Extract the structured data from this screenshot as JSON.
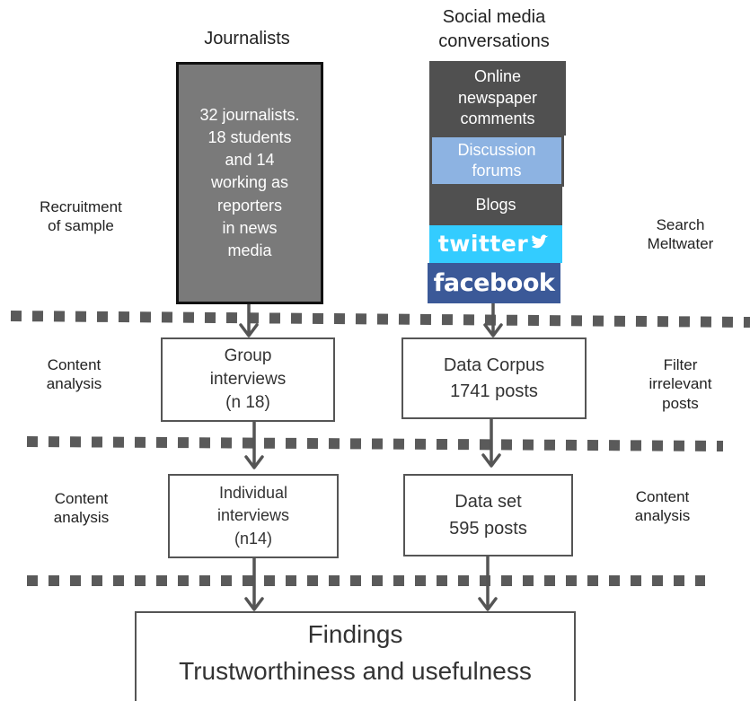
{
  "headers": {
    "journalists": "Journalists",
    "social_media": [
      "Social media",
      "conversations"
    ]
  },
  "journalists_box": {
    "lines": [
      "32 journalists.",
      "18 students",
      "and 14",
      "working as",
      "reporters",
      "in news",
      "media"
    ]
  },
  "sources": {
    "online_newspaper": [
      "Online",
      "newspaper",
      "comments"
    ],
    "discussion_forums": [
      "Discussion",
      "forums"
    ],
    "blogs": "Blogs",
    "twitter": "twitter",
    "facebook": "facebook"
  },
  "side_labels": {
    "recruitment": [
      "Recruitment",
      "of sample"
    ],
    "search": [
      "Search",
      "Meltwater"
    ],
    "content_analysis_1": [
      "Content",
      "analysis"
    ],
    "filter": [
      "Filter",
      "irrelevant",
      "posts"
    ],
    "content_analysis_2": [
      "Content",
      "analysis"
    ],
    "content_analysis_3": [
      "Content",
      "analysis"
    ]
  },
  "boxes": {
    "group_interviews": [
      "Group",
      "interviews",
      "(n 18)"
    ],
    "data_corpus": [
      "Data Corpus",
      "1741 posts"
    ],
    "individual_interviews": [
      "Individual",
      "interviews",
      "(n14)"
    ],
    "data_set": [
      "Data set",
      "595 posts"
    ],
    "findings": [
      "Findings",
      "Trustworthiness and usefulness"
    ]
  },
  "colors": {
    "journalist_fill": "#7a7a7a",
    "dark_gray": "#505050",
    "forum_blue": "#8db3e2",
    "twitter_blue": "#33ccff",
    "facebook_blue": "#3b5998",
    "line_gray": "#555555"
  }
}
